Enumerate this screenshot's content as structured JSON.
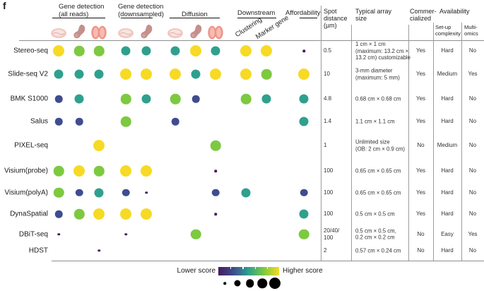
{
  "panel_label": "f",
  "header": {
    "groups": [
      {
        "id": "gene-detection-all-reads",
        "lines": [
          "Gene detection",
          "(all reads)"
        ],
        "icons": [
          "brain-section-icon",
          "embryo-icon",
          "olfactory-bulb-icon"
        ]
      },
      {
        "id": "gene-detection-downsampled",
        "lines": [
          "Gene detection",
          "(downsampled)"
        ],
        "icons": [
          "brain-section-icon",
          "embryo-icon"
        ]
      },
      {
        "id": "diffusion",
        "lines": [
          "Diffusion"
        ],
        "icons": [
          "brain-section-icon",
          "embryo-icon",
          "olfactory-bulb-icon"
        ]
      },
      {
        "id": "downstream",
        "lines": [
          "Downstream"
        ],
        "diagonal": [
          "Clustering",
          "Marker gene"
        ]
      },
      {
        "id": "affordability",
        "lines": [
          "Affordability"
        ]
      }
    ],
    "table": {
      "spot": [
        "Spot",
        "distance",
        "(µm)"
      ],
      "array": [
        "Typical array",
        "size"
      ],
      "commercialized": [
        "Commer-",
        "cialized"
      ],
      "availability": "Availability",
      "setup": [
        "Set-up",
        "complexity"
      ],
      "multiomics": [
        "Multi-",
        "omics"
      ]
    }
  },
  "score_styles": {
    "1": {
      "color": "#451c5c",
      "diameter": 3.5
    },
    "2": {
      "color": "#3f4c8f",
      "diameter": 10.5
    },
    "3": {
      "color": "#2fa08e",
      "diameter": 13
    },
    "4": {
      "color": "#7dc940",
      "diameter": 14.5
    },
    "5": {
      "color": "#f7da25",
      "diameter": 16
    }
  },
  "legend": {
    "lower": "Lower score",
    "higher": "Higher score",
    "gradient_colors": [
      "#451c5c",
      "#3f4c8f",
      "#2fa08e",
      "#7dc940",
      "#f7da25"
    ],
    "size_dot_diameters": [
      3.5,
      9,
      11.5,
      13.5,
      16
    ],
    "size_dot_color": "#000000"
  },
  "chart_data": {
    "type": "heatmap",
    "value_encoding": "dot color + dot size, viridis scale, 1 = lower score (small dark purple), 5 = higher score (large yellow)",
    "columns": [
      "Gene detection (all reads) — brain",
      "Gene detection (all reads) — embryo",
      "Gene detection (all reads) — olfactory bulb",
      "Gene detection (downsampled) — brain",
      "Gene detection (downsampled) — embryo",
      "Diffusion — brain",
      "Diffusion — embryo",
      "Diffusion — olfactory bulb",
      "Downstream — Clustering",
      "Downstream — Marker gene",
      "Affordability"
    ],
    "table_columns": [
      "Spot distance (µm)",
      "Typical array size",
      "Commercialized",
      "Set-up complexity",
      "Multi-omics"
    ],
    "rows": [
      {
        "name": "Stereo-seq",
        "scores": [
          5,
          4,
          4,
          3,
          3,
          3,
          5,
          3,
          5,
          5,
          1
        ],
        "spot": [
          "0.5"
        ],
        "array": [
          "1 cm × 1 cm",
          "(maximum: 13.2 cm ×",
          "13.2 cm) customizable"
        ],
        "commercialized": "Yes",
        "setup": "Hard",
        "multiomics": "No"
      },
      {
        "name": "Slide-seq V2",
        "scores": [
          3,
          3,
          3,
          5,
          5,
          5,
          3,
          5,
          5,
          4,
          5
        ],
        "spot": [
          "10"
        ],
        "array": [
          "3-mm diameter",
          "(maximum: 5 mm)"
        ],
        "commercialized": "Yes",
        "setup": "Medium",
        "multiomics": "Yes"
      },
      {
        "name": "BMK S1000",
        "scores": [
          2,
          3,
          null,
          4,
          3,
          4,
          2,
          null,
          4,
          3,
          3
        ],
        "spot": [
          "4.8"
        ],
        "array": [
          "0.68 cm × 0.68 cm"
        ],
        "commercialized": "Yes",
        "setup": "Hard",
        "multiomics": "No"
      },
      {
        "name": "Salus",
        "scores": [
          2,
          2,
          null,
          4,
          null,
          2,
          null,
          null,
          null,
          null,
          3
        ],
        "spot": [
          "1.4"
        ],
        "array": [
          "1.1 cm × 1.1 cm"
        ],
        "commercialized": "Yes",
        "setup": "Hard",
        "multiomics": "No"
      },
      {
        "name": "PIXEL-seq",
        "scores": [
          null,
          null,
          5,
          null,
          null,
          null,
          null,
          4,
          null,
          null,
          null
        ],
        "spot": [
          "1"
        ],
        "array": [
          "Unlimited size",
          "(OB: 2 cm × 0.9 cm)"
        ],
        "commercialized": "No",
        "setup": "Medium",
        "multiomics": "No"
      },
      {
        "name": "Visium(probe)",
        "scores": [
          4,
          5,
          4,
          5,
          5,
          null,
          null,
          1,
          null,
          null,
          null
        ],
        "spot": [
          "100"
        ],
        "array": [
          "0.65 cm × 0.65 cm"
        ],
        "commercialized": "Yes",
        "setup": "Hard",
        "multiomics": "No"
      },
      {
        "name": "Visium(polyA)",
        "scores": [
          4,
          2,
          3,
          2,
          1,
          null,
          null,
          2,
          3,
          null,
          2
        ],
        "spot": [
          "100"
        ],
        "array": [
          "0.65 cm × 0.65 cm"
        ],
        "commercialized": "Yes",
        "setup": "Hard",
        "multiomics": "No"
      },
      {
        "name": "DynaSpatial",
        "scores": [
          2,
          4,
          5,
          5,
          5,
          null,
          null,
          1,
          null,
          null,
          3
        ],
        "spot": [
          "100"
        ],
        "array": [
          "0.5 cm × 0.5 cm"
        ],
        "commercialized": "Yes",
        "setup": "Hard",
        "multiomics": "No"
      },
      {
        "name": "DBiT-seq",
        "scores": [
          1,
          null,
          null,
          1,
          null,
          null,
          4,
          null,
          null,
          null,
          4
        ],
        "spot": [
          "20/40/",
          "100"
        ],
        "array": [
          "0.5 cm × 0.5 cm,",
          "0.2 cm × 0.2 cm"
        ],
        "commercialized": "No",
        "setup": "Easy",
        "multiomics": "Yes"
      },
      {
        "name": "HDST",
        "scores": [
          null,
          null,
          1,
          null,
          null,
          null,
          null,
          null,
          null,
          null,
          null
        ],
        "spot": [
          "2"
        ],
        "array": [
          "0.57 cm × 0.24 cm"
        ],
        "commercialized": "No",
        "setup": "Hard",
        "multiomics": "No"
      }
    ]
  }
}
